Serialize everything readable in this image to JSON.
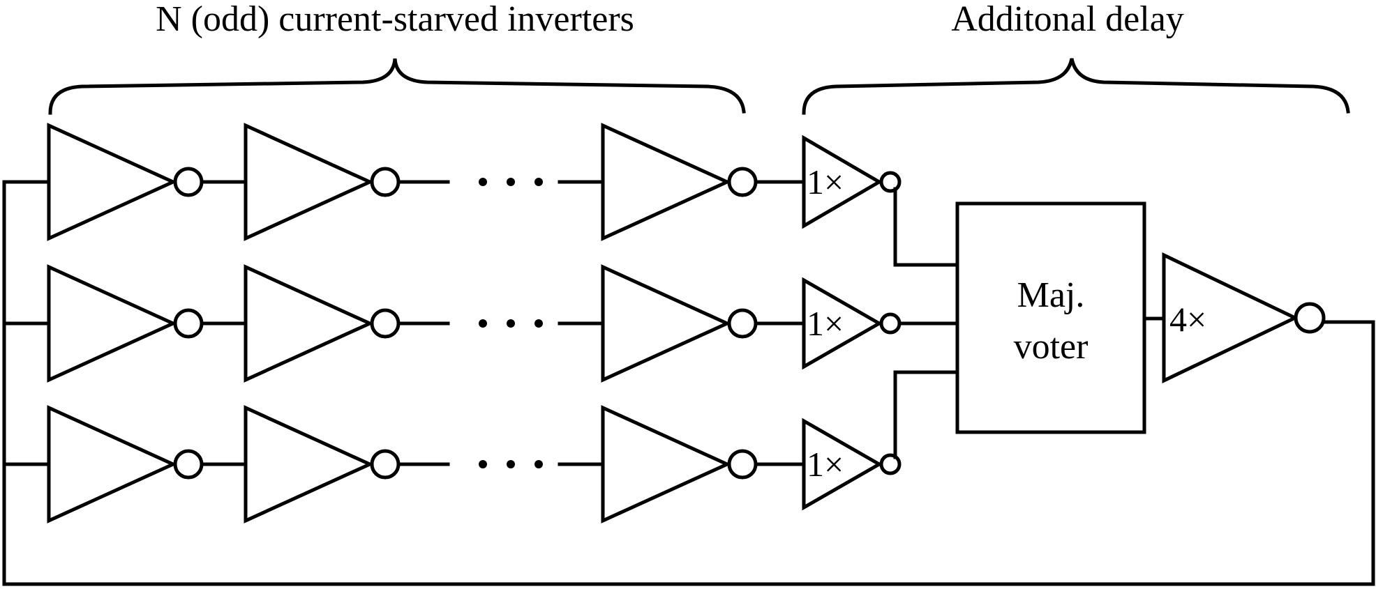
{
  "labels": {
    "left_brace": "N (odd) current-starved inverters",
    "right_brace": "Additonal delay",
    "buffer_small": "1×",
    "buffer_large": "4×",
    "voter_line1": "Maj.",
    "voter_line2": "voter"
  },
  "structure": {
    "chains": 3,
    "inverters_shown_per_chain": 3,
    "ellipsis": "• • •"
  },
  "colors": {
    "stroke": "#000000",
    "background": "#ffffff"
  }
}
